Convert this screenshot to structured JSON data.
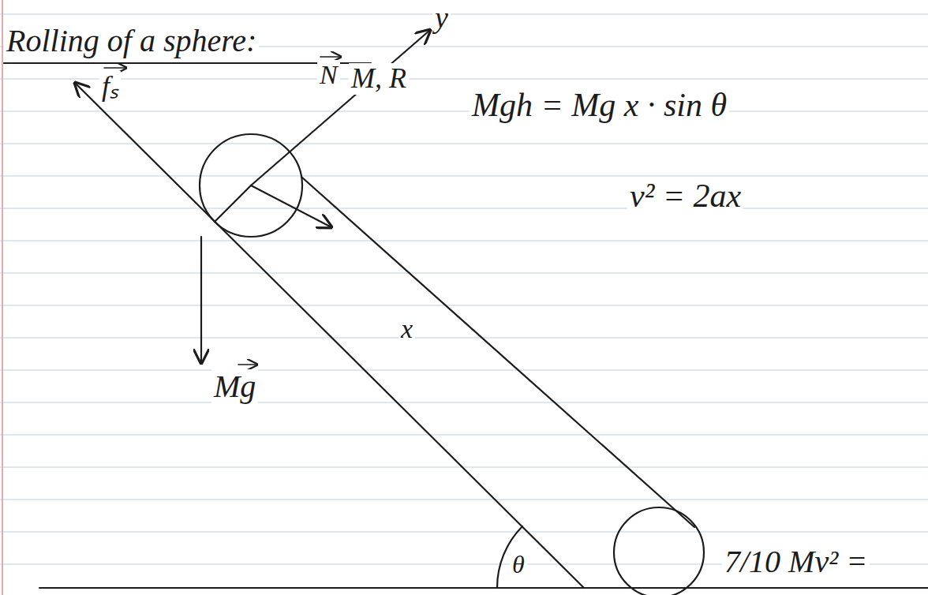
{
  "diagram": {
    "title": "Rolling of a sphere:",
    "labels": [
      "y",
      "fₛ",
      "N",
      "M, R",
      "Mgh = Mg x · sin θ",
      "v² = 2ax",
      "x",
      "Mg",
      "θ",
      "7/10 Mv² ="
    ]
  }
}
